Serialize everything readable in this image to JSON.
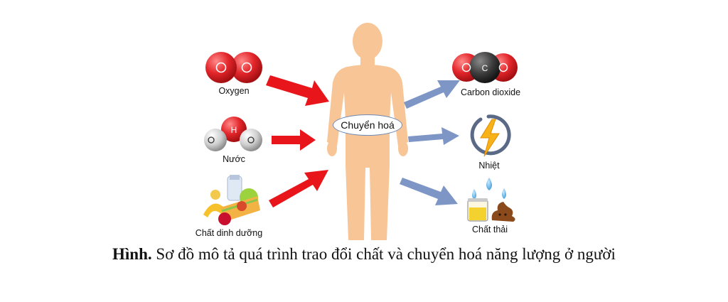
{
  "center": {
    "label": "Chuyển hoá"
  },
  "inputs": [
    {
      "label": "Oxygen",
      "icon": "oxygen-molecule-icon",
      "atoms": [
        "O",
        "O"
      ]
    },
    {
      "label": "Nước",
      "icon": "water-molecule-icon",
      "atoms": [
        "O",
        "H",
        "O"
      ]
    },
    {
      "label": "Chất dinh dưỡng",
      "icon": "food-nutrients-icon"
    }
  ],
  "outputs": [
    {
      "label": "Carbon dioxide",
      "icon": "carbon-dioxide-molecule-icon",
      "atoms": [
        "O",
        "C",
        "O"
      ]
    },
    {
      "label": "Nhiệt",
      "icon": "lightning-heat-icon"
    },
    {
      "label": "Chất thải",
      "icon": "waste-icon"
    }
  ],
  "caption": {
    "prefix": "Hình.",
    "text": "Sơ đồ mô tả quá trình trao đổi chất và chuyển hoá năng lượng ở người"
  },
  "colors": {
    "input_arrow": "#e8161b",
    "output_arrow": "#7d96c6",
    "body": "#f8c596",
    "ellipse_border": "#6e89b5"
  }
}
